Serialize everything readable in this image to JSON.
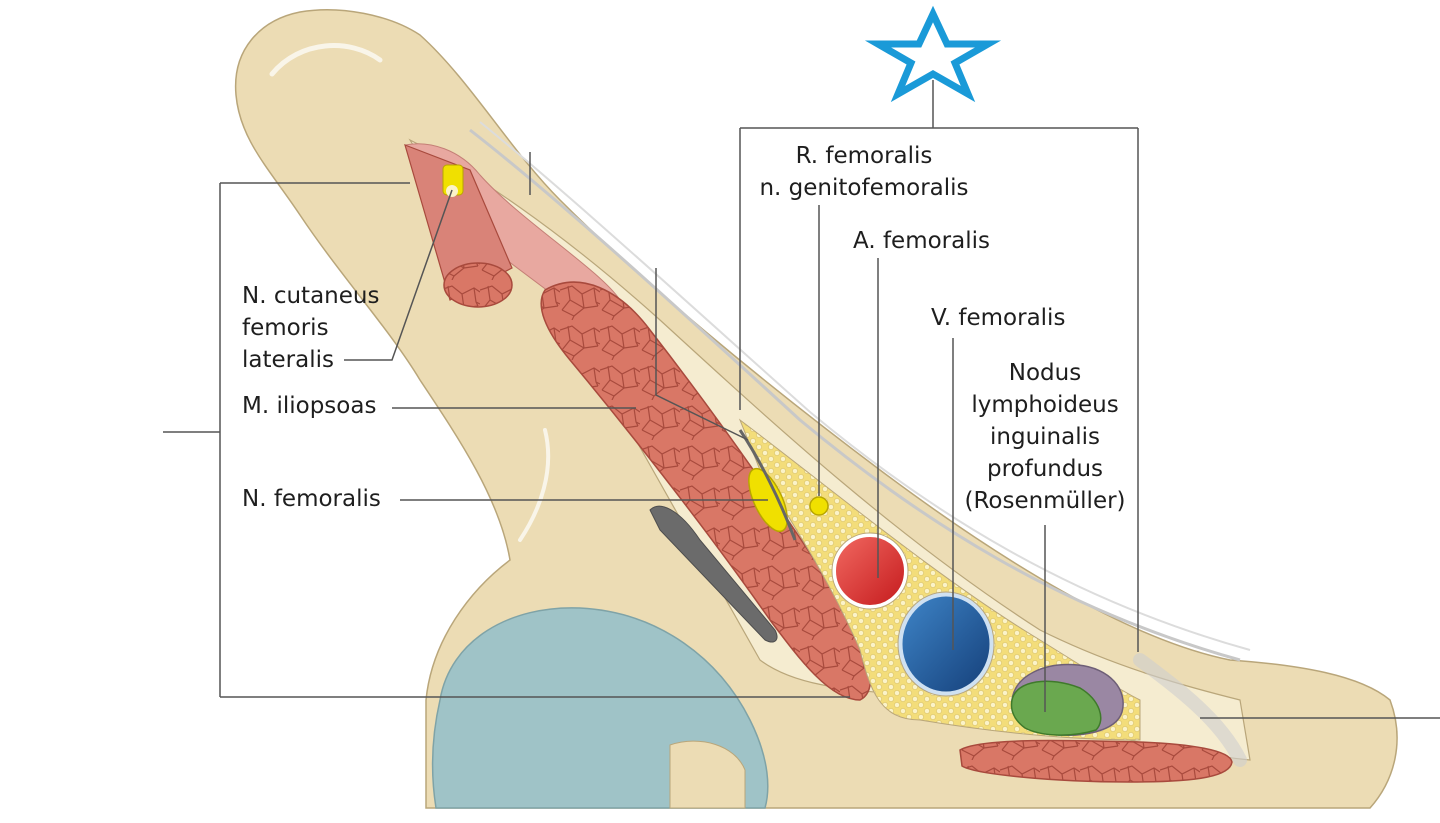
{
  "labels": {
    "n_cutaneus": [
      "N. cutaneus",
      "femoris",
      "lateralis"
    ],
    "m_iliopsoas": "M. iliopsoas",
    "n_femoralis": "N. femoralis",
    "r_femoralis": [
      "R. femoralis",
      "n. genitofemoralis"
    ],
    "a_femoralis": "A. femoralis",
    "v_femoralis": "V. femoralis",
    "nodus": [
      "Nodus",
      "lymphoideus",
      "inguinalis",
      "profundus",
      "(Rosenmüller)"
    ]
  },
  "icons": {
    "star": "star-outline-icon"
  },
  "colors": {
    "bone": "#ecdcb4",
    "bone_outline": "#b9a67a",
    "muscle": "#d97766",
    "muscle_outline": "#a84a3d",
    "fat": "#f3dd7a",
    "nerve": "#f0e000",
    "artery": "#e3302e",
    "vein": "#1f5ea6",
    "lymph_node": "#6aa84f",
    "lymph_node_top": "#9a87a3",
    "joint": "#9fc3c7",
    "star": "#1a9ad8",
    "leader": "#555555"
  }
}
